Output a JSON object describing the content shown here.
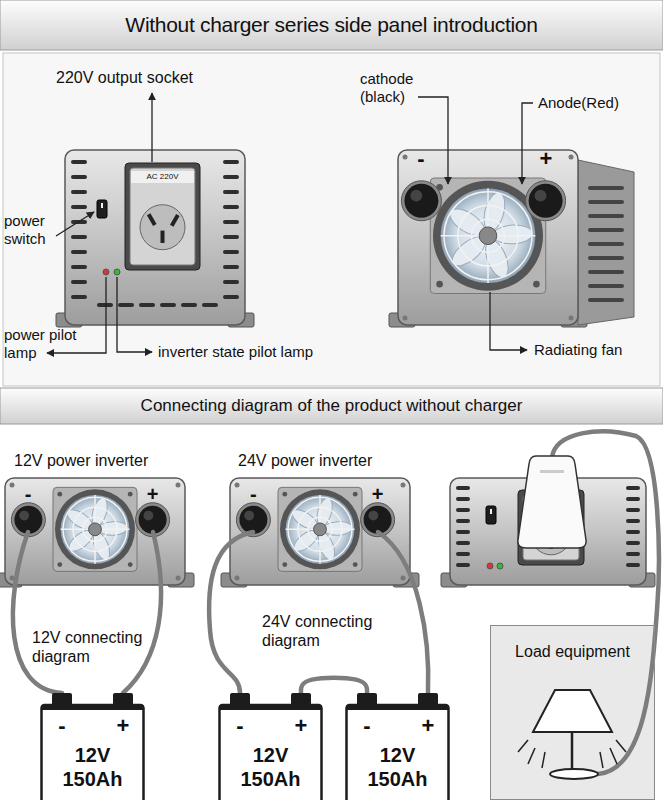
{
  "diagram": {
    "title": "Without charger series side panel introduction",
    "nodes": [
      {
        "text": [
          "Load equipment"
        ]
      },
      {
        "text": [
          "-",
          "+",
          "12V 150Ah"
        ]
      },
      {
        "text": [
          "-",
          "+",
          "12V 150Ah"
        ]
      },
      {
        "text": [
          "-",
          "+",
          "12V 150Ah"
        ]
      }
    ],
    "edges": [
      {
        "from": 2,
        "to": 3,
        "arrow": "none"
      }
    ],
    "labels": [
      "220V output socket",
      "cathode (black)",
      "Anode(Red)",
      "-",
      "+",
      "AC 220V",
      "power switch",
      "power pilot lamp",
      "inverter state pilot lamp",
      "Radiating fan",
      "Connecting diagram of the product without charger",
      "12V power inverter",
      "24V power inverter",
      "-",
      "+",
      "-",
      "+",
      "12V connecting diagram",
      "24V connecting diagram"
    ]
  }
}
